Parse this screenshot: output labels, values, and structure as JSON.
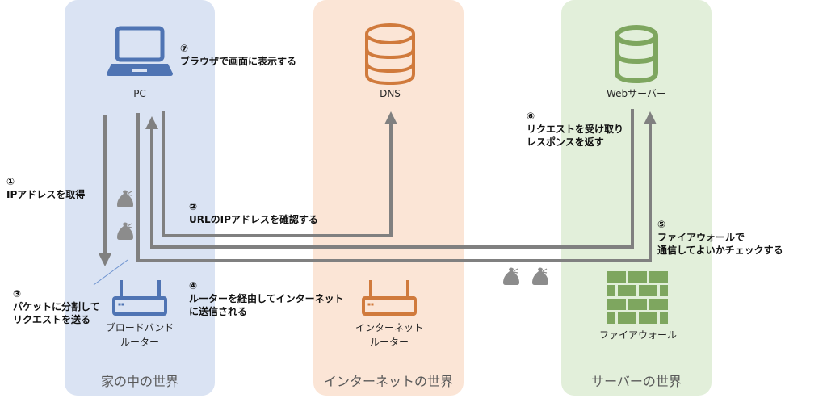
{
  "colors": {
    "home_panel": "#dae3f3",
    "internet_panel": "#fbe5d6",
    "server_panel": "#e2efda",
    "home_icon": "#4f74b3",
    "internet_icon": "#d07a3c",
    "server_icon": "#7ea65f",
    "flow_line": "#808080"
  },
  "panels": [
    {
      "title": "家の中の世界"
    },
    {
      "title": "インターネットの世界"
    },
    {
      "title": "サーバーの世界"
    }
  ],
  "nodes": {
    "pc": "PC",
    "dns": "DNS",
    "web_server": "Webサーバー",
    "broadband_router": [
      "ブロードバンド",
      "ルーター"
    ],
    "internet_router": [
      "インターネット",
      "ルーター"
    ],
    "firewall": "ファイアウォール"
  },
  "steps": [
    {
      "num": "①",
      "lines": [
        "IPアドレスを取得"
      ]
    },
    {
      "num": "②",
      "lines": [
        "URLのIPアドレスを確認する"
      ]
    },
    {
      "num": "③",
      "lines": [
        "パケットに分割して",
        "リクエストを送る"
      ]
    },
    {
      "num": "④",
      "lines": [
        "ルーターを経由してインターネット",
        "に送信される"
      ]
    },
    {
      "num": "⑤",
      "lines": [
        "ファイアウォールで",
        "通信してよいかチェックする"
      ]
    },
    {
      "num": "⑥",
      "lines": [
        "リクエストを受け取り",
        "レスポンスを返す"
      ]
    },
    {
      "num": "⑦",
      "lines": [
        "ブラウザで画面に表示する"
      ]
    }
  ]
}
